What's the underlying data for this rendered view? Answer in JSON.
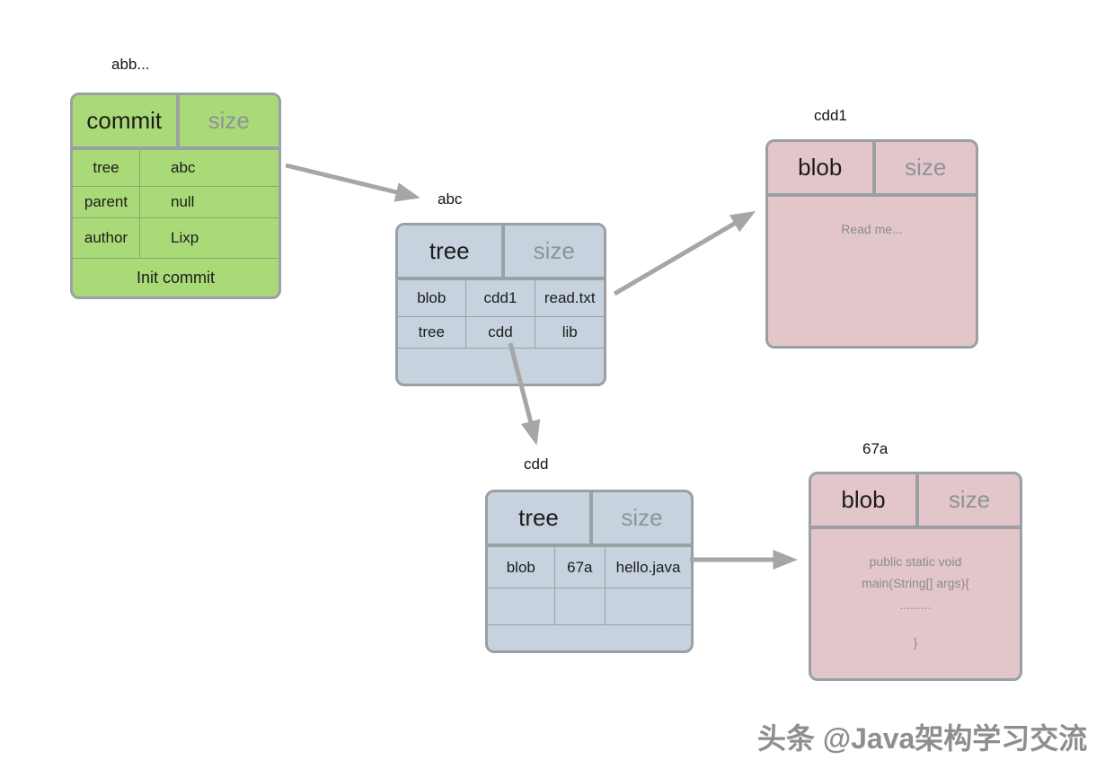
{
  "watermark": "头条 @Java架构学习交流",
  "colors": {
    "commit_fill": "#aada78",
    "tree_fill": "#c6d3de",
    "blob_fill": "#e3c6ca",
    "border": "#9ba0a4",
    "arrow": "#a6a6a6",
    "muted_text": "#8d9499"
  },
  "boxes": {
    "commit": {
      "label": "abb...",
      "type": "commit",
      "size_label": "size",
      "rows": [
        {
          "key": "tree",
          "value": "abc"
        },
        {
          "key": "parent",
          "value": "null"
        },
        {
          "key": "author",
          "value": "Lixp"
        }
      ],
      "footer": "Init commit"
    },
    "tree_abc": {
      "label": "abc",
      "type": "tree",
      "size_label": "size",
      "rows": [
        {
          "c1": "blob",
          "c2": "cdd1",
          "c3": "read.txt"
        },
        {
          "c1": "tree",
          "c2": "cdd",
          "c3": "lib"
        }
      ]
    },
    "blob_cdd1": {
      "label": "cdd1",
      "type": "blob",
      "size_label": "size",
      "body": "Read me..."
    },
    "tree_cdd": {
      "label": "cdd",
      "type": "tree",
      "size_label": "size",
      "rows": [
        {
          "c1": "blob",
          "c2": "67a",
          "c3": "hello.java"
        },
        {
          "c1": "",
          "c2": "",
          "c3": ""
        }
      ]
    },
    "blob_67a": {
      "label": "67a",
      "type": "blob",
      "size_label": "size",
      "body_lines": [
        "public static void",
        "main(String[] args){",
        ".........",
        "}"
      ]
    }
  }
}
